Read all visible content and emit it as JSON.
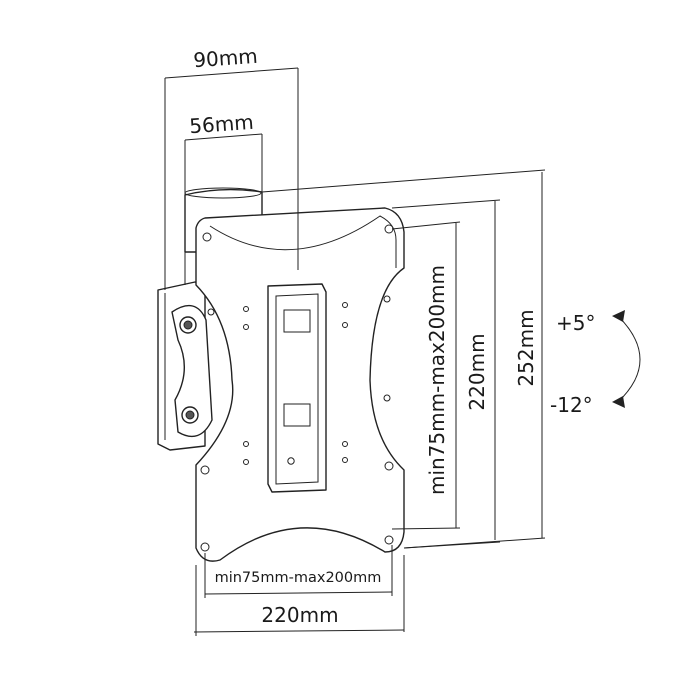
{
  "dimensions": {
    "top_outer": "90mm",
    "top_inner": "56mm",
    "vertical_outer": "252mm",
    "vertical_middle": "220mm",
    "vertical_inner": "min75mm-max200mm",
    "horizontal_inner": "min75mm-max200mm",
    "horizontal_outer": "220mm"
  },
  "tilt": {
    "up": "+5°",
    "down": "-12°"
  }
}
